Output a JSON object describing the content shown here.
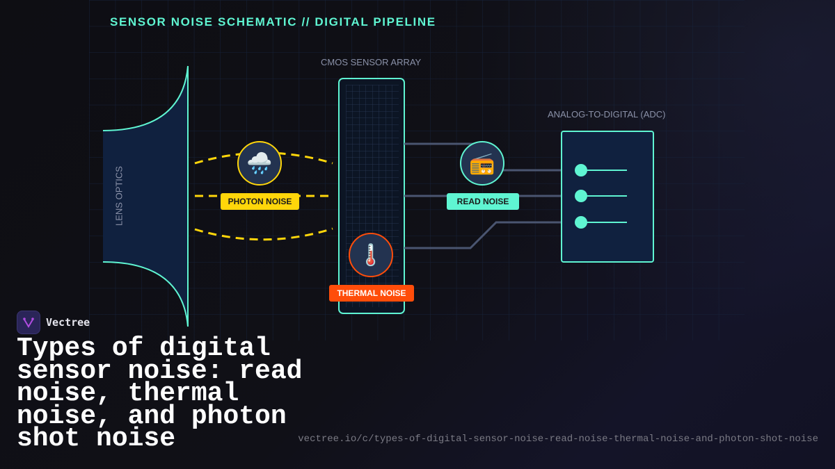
{
  "header": {
    "title": "SENSOR NOISE SCHEMATIC // DIGITAL PIPELINE"
  },
  "diagram": {
    "lens": {
      "label": "LENS OPTICS"
    },
    "sensor": {
      "label": "CMOS SENSOR ARRAY"
    },
    "adc": {
      "label": "ANALOG-TO-DIGITAL (ADC)",
      "channels": 3
    },
    "noises": [
      {
        "label": "PHOTON NOISE",
        "icon": "rain-cloud-icon",
        "glyph": "🌧️",
        "color": "#ffd60a",
        "text_color": "#1a1a1a"
      },
      {
        "label": "THERMAL NOISE",
        "icon": "thermometer-icon",
        "glyph": "🌡️",
        "color": "#ff4d0a",
        "text_color": "#ffffff"
      },
      {
        "label": "READ NOISE",
        "icon": "radio-icon",
        "glyph": "📻",
        "color": "#5ff5d2",
        "text_color": "#1a1a1a"
      }
    ]
  },
  "colors": {
    "accent": "#5ff5d2",
    "photon": "#ffd60a",
    "thermal": "#ff4d0a",
    "wire": "#4a5570",
    "panel": "#10213f"
  },
  "brand": {
    "name": "Vectree",
    "icon": "vectree-logo-icon"
  },
  "headline": "Types of digital sensor noise: read noise, thermal noise, and photon shot noise",
  "footer": {
    "url": "vectree.io/c/types-of-digital-sensor-noise-read-noise-thermal-noise-and-photon-shot-noise"
  }
}
